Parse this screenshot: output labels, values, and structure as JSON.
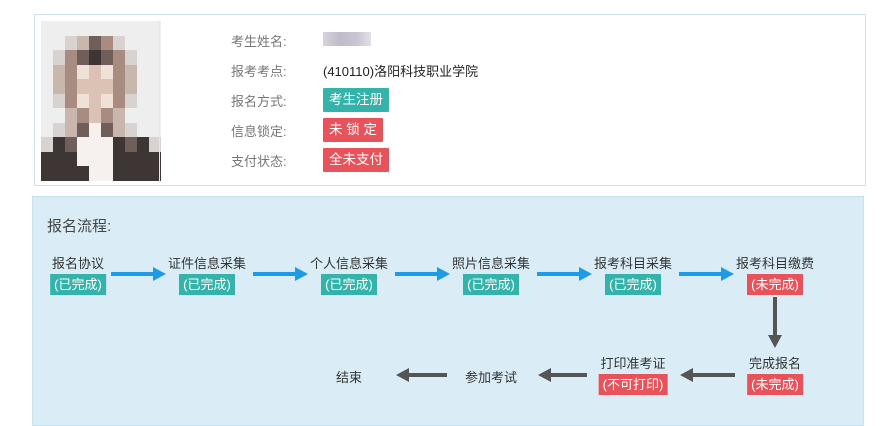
{
  "profile": {
    "rows": [
      {
        "label": "考生姓名:",
        "value": ""
      },
      {
        "label": "报考考点:",
        "value": "(410110)洛阳科技职业学院"
      },
      {
        "label": "报名方式:",
        "value": "考生注册"
      },
      {
        "label": "信息锁定:",
        "value": "未 锁 定"
      },
      {
        "label": "支付状态:",
        "value": "全未支付"
      }
    ]
  },
  "process": {
    "title": "报名流程:",
    "steps": [
      {
        "name": "报名协议",
        "status": "(已完成)"
      },
      {
        "name": "证件信息采集",
        "status": "(已完成)"
      },
      {
        "name": "个人信息采集",
        "status": "(已完成)"
      },
      {
        "name": "照片信息采集",
        "status": "(已完成)"
      },
      {
        "name": "报考科目采集",
        "status": "(已完成)"
      },
      {
        "name": "报考科目缴费",
        "status": "(未完成)"
      },
      {
        "name": "完成报名",
        "status": "(未完成)"
      },
      {
        "name": "打印准考证",
        "status": "(不可打印)"
      },
      {
        "name": "参加考试",
        "status": ""
      },
      {
        "name": "结束",
        "status": ""
      }
    ]
  },
  "colors": {
    "done": "#34b3ab",
    "todo": "#e8535b",
    "arrow_blue": "#1e9be6",
    "arrow_gray": "#555555",
    "panel": "#daedf7"
  }
}
